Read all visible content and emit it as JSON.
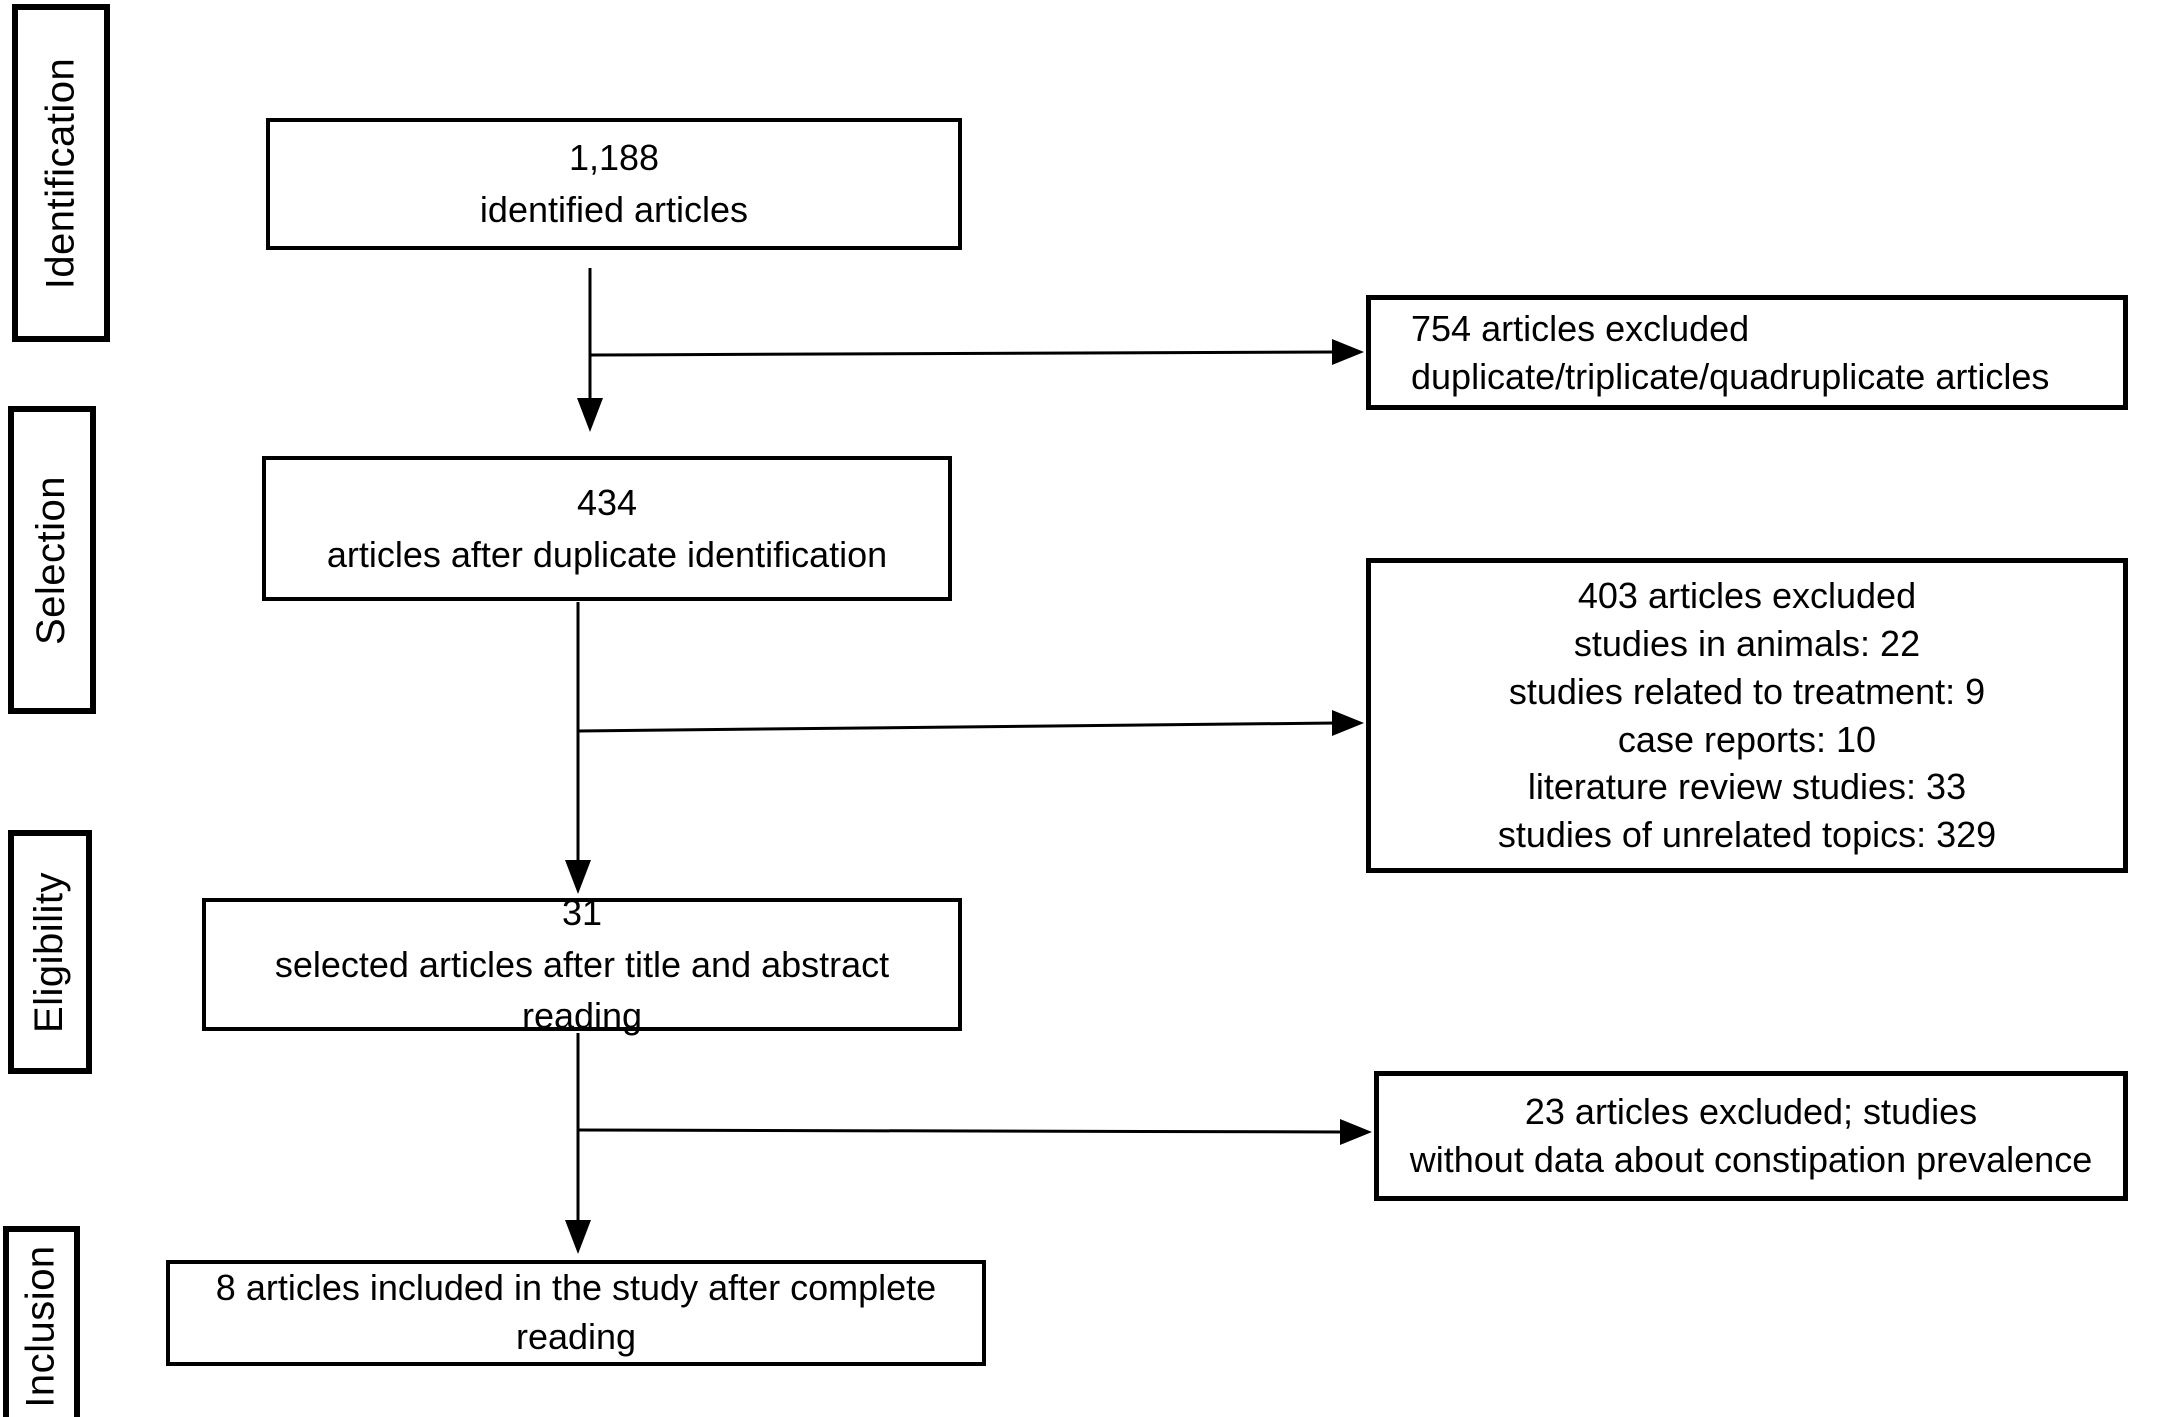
{
  "colors": {
    "line": "#000000",
    "background": "#ffffff",
    "text": "#000000"
  },
  "stages": {
    "identification": "Identification",
    "selection": "Selection",
    "eligibility": "Eligibility",
    "inclusion": "Inclusion"
  },
  "flow": {
    "identified": {
      "count": "1,188",
      "label": "identified articles"
    },
    "after_duplicates": {
      "count": "434",
      "label": "articles after duplicate identification"
    },
    "title_abstract": {
      "count": "31",
      "label": "selected articles after title and abstract reading"
    },
    "included": {
      "lines": [
        "8 articles included in the study after complete",
        "reading"
      ]
    }
  },
  "exclusions": {
    "duplicates": {
      "lines": [
        "754 articles excluded",
        "duplicate/triplicate/quadruplicate articles"
      ]
    },
    "screening": {
      "lines": [
        "403 articles excluded",
        "studies in animals: 22",
        "studies related to treatment: 9",
        "case reports: 10",
        "literature review studies: 33",
        "studies of unrelated topics: 329"
      ]
    },
    "full_text": {
      "lines": [
        "23 articles excluded; studies",
        "without data about constipation prevalence"
      ]
    }
  }
}
